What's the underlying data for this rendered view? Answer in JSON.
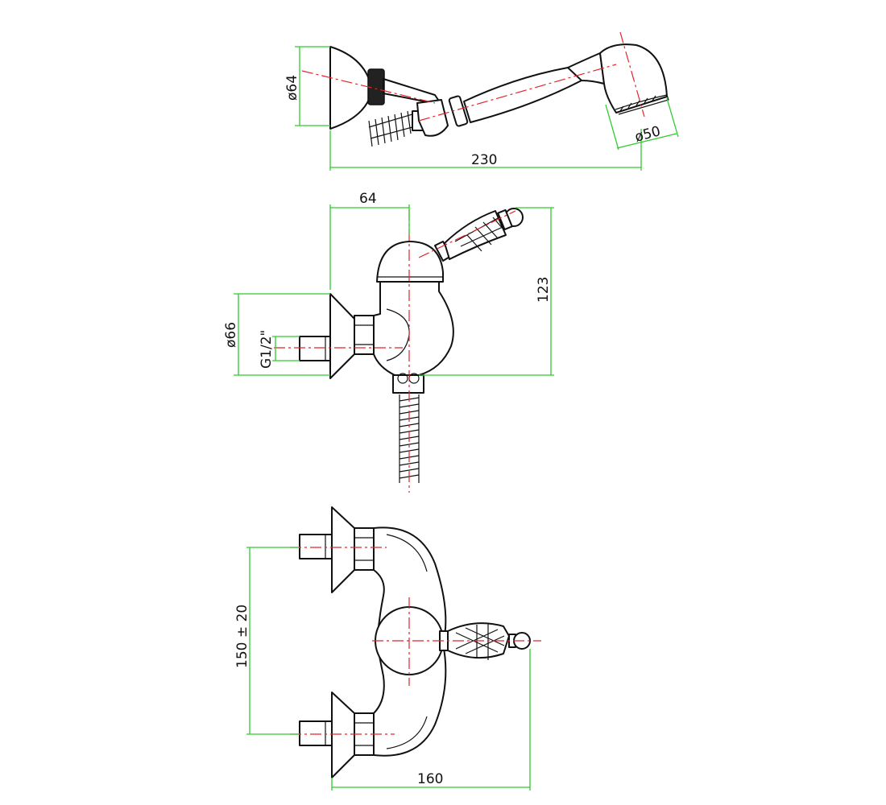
{
  "colors": {
    "object_line": "#111111",
    "dimension_line": "#2ecc2e",
    "center_line": "#e0262b",
    "background": "#ffffff"
  },
  "dimensions": {
    "shower_head_diameter": "ø64",
    "hand_shower_diameter": "ø50",
    "hand_shower_length": "230",
    "body_depth": "64",
    "height": "123",
    "flange_diameter": "ø66",
    "thread": "G1/2\"",
    "center_distance": "150 ± 20",
    "total_length": "160"
  }
}
